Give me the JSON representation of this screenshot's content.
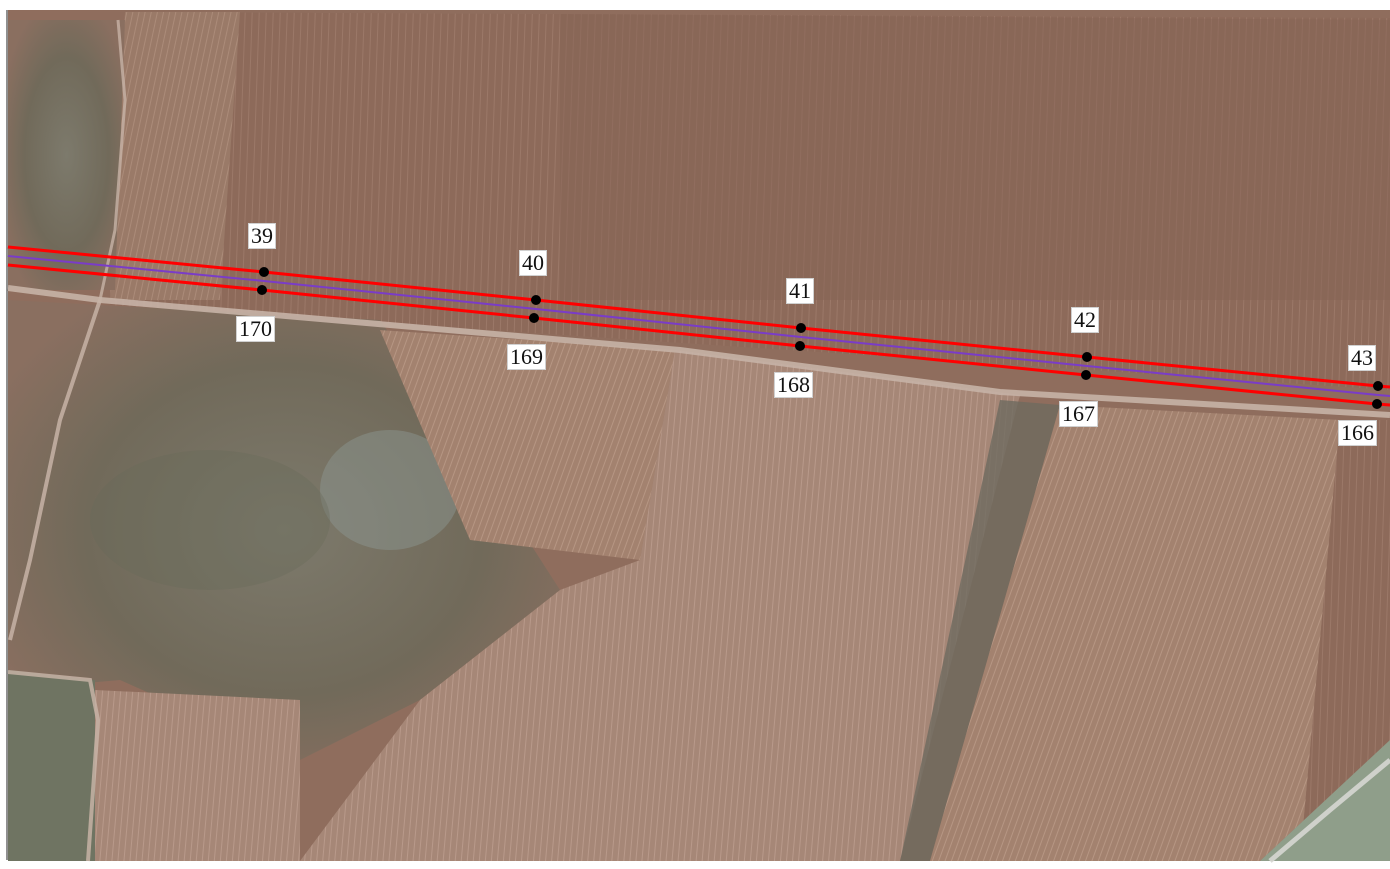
{
  "map": {
    "colors": {
      "boundary_line": "#ff0000",
      "center_line": "#7a3cc8",
      "vertex_point": "#000000",
      "label_background": "#ffffff"
    },
    "points_north": [
      {
        "label": "39"
      },
      {
        "label": "40"
      },
      {
        "label": "41"
      },
      {
        "label": "42"
      },
      {
        "label": "43"
      }
    ],
    "points_south": [
      {
        "label": "170"
      },
      {
        "label": "169"
      },
      {
        "label": "168"
      },
      {
        "label": "167"
      },
      {
        "label": "166"
      }
    ]
  }
}
